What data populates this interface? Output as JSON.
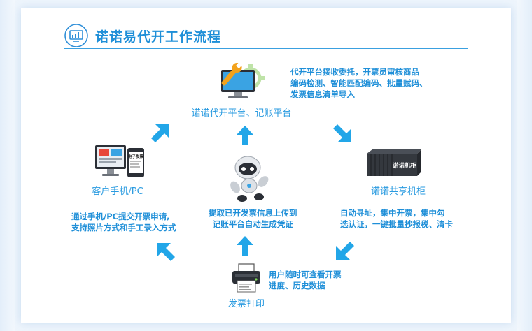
{
  "header": {
    "title": "诺诺易代开工作流程",
    "icon": "monitor-chart-icon"
  },
  "nodes": {
    "platform": {
      "label": "诺诺代开平台、记账平台",
      "icon": "monitor-wrench-icon",
      "desc": [
        "代开平台接收委托，开票员审核商品",
        "编码检测、智能匹配编码、批量赋码、",
        "发票信息清单导入"
      ]
    },
    "client": {
      "label": "客户手机/PC",
      "icon": "pc-and-phone-icon",
      "phone_text": "电子发票",
      "desc": [
        "通过手机/PC提交开票申请,",
        "支持照片方式和手工录入方式"
      ]
    },
    "cabinet": {
      "label": "诺诺共亨机柜",
      "icon": "server-cabinet-icon",
      "cabinet_text": "诺诺机柜",
      "desc": [
        "自动寻址，集中开票，集中勾",
        "选认证，一键批量抄报税、清卡"
      ]
    },
    "center": {
      "icon": "robot-icon",
      "desc": [
        "提取已开发票信息上传到",
        "记账平台自动生成凭证"
      ]
    },
    "printer": {
      "label": "发票打印",
      "icon": "printer-icon",
      "desc": [
        "用户随时可查看开票",
        "进度、历史数据"
      ]
    }
  },
  "colors": {
    "accent": "#1f8fd8",
    "arrow": "#22a6e8",
    "label": "#2a9be0"
  }
}
